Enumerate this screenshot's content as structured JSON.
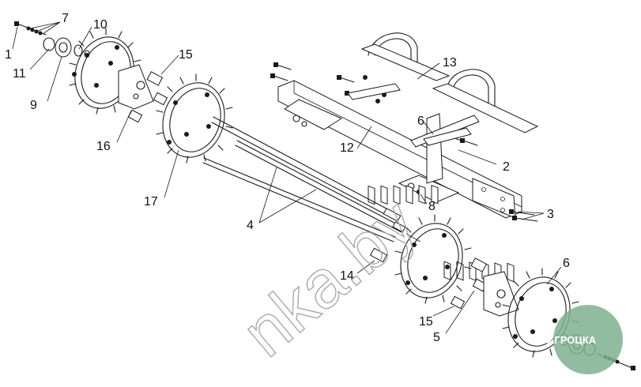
{
  "callouts": {
    "c1": "1",
    "c2": "2",
    "c3": "3",
    "c4": "4",
    "c5": "5",
    "c6a": "6",
    "c6b": "6",
    "c7": "7",
    "c8": "8",
    "c9": "9",
    "c10": "10",
    "c11": "11",
    "c12": "12",
    "c13": "13",
    "c14": "14",
    "c15a": "15",
    "c15b": "15",
    "c16": "16",
    "c17": "17"
  },
  "watermark": {
    "text": "nka.by"
  },
  "badge": {
    "text": "АГРОЦКА",
    "color": "#7fb08e"
  }
}
